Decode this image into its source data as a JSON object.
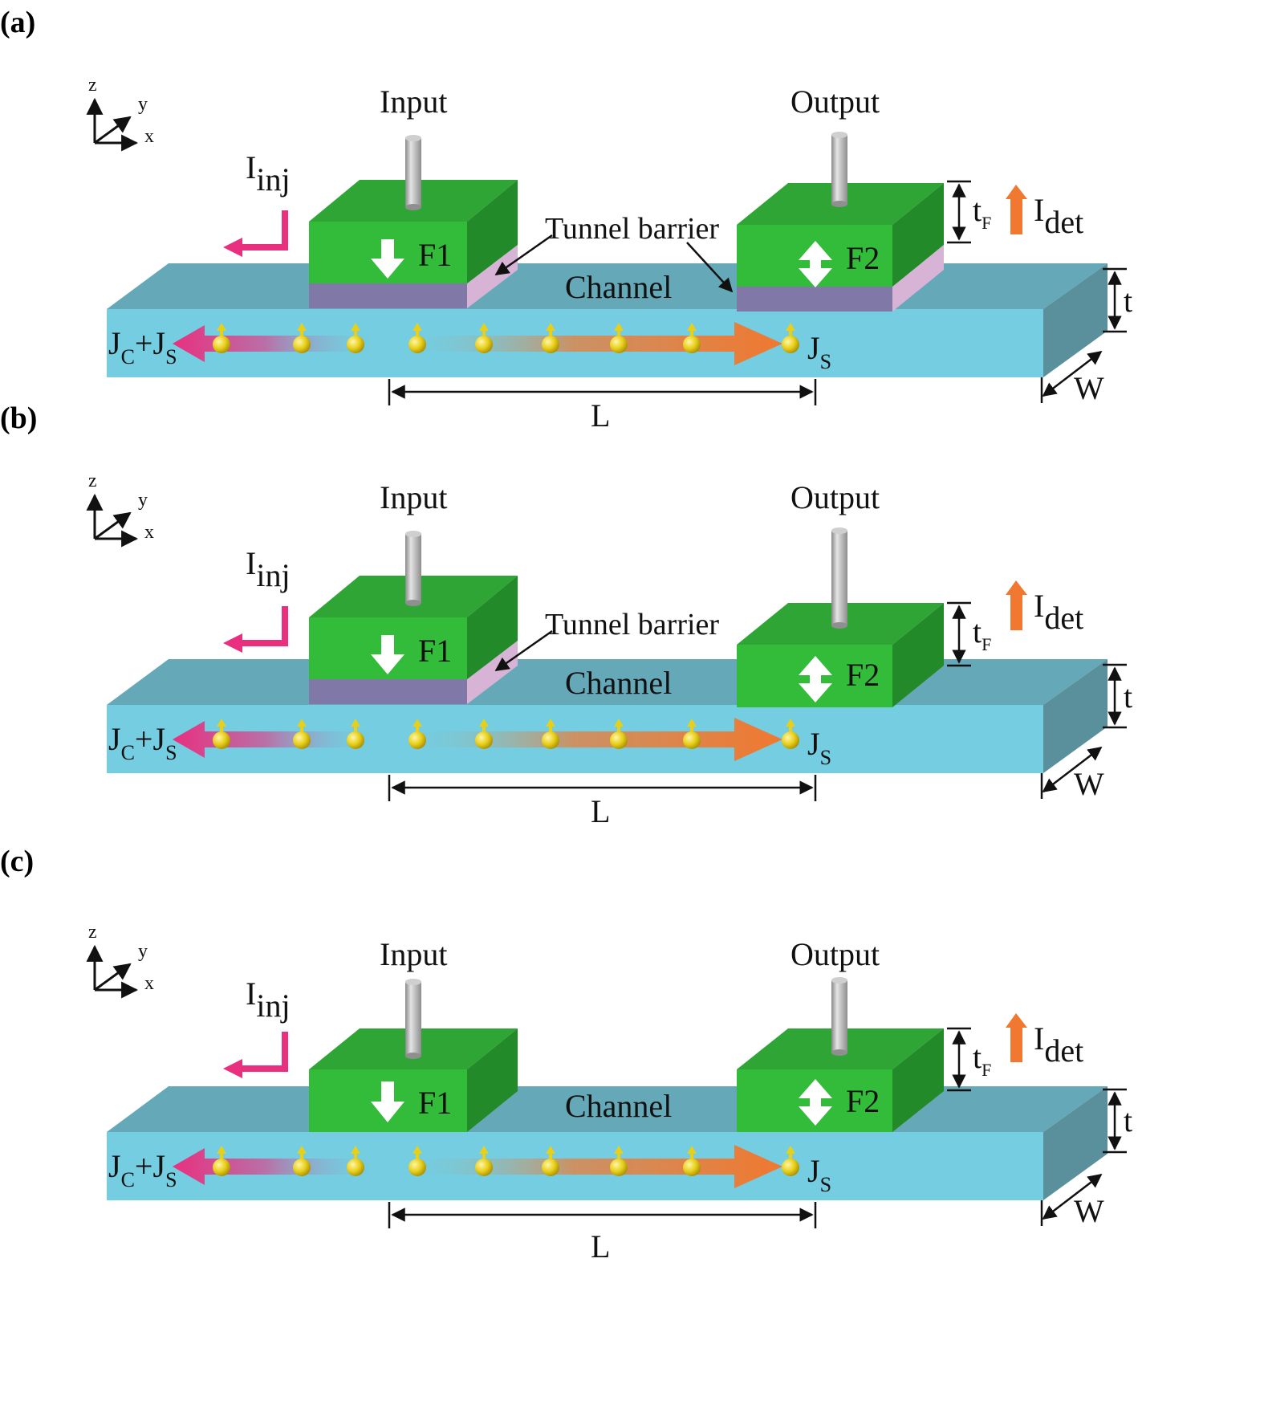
{
  "colors": {
    "channel_front": "#74cde0",
    "channel_top": "#65a8b8",
    "channel_side": "#5a8f9c",
    "ferro_front": "#33bb3a",
    "ferro_top": "#2ea535",
    "ferro_side": "#238a2a",
    "barrier_front": "#8079a8",
    "barrier_side": "#d7b4d6",
    "contact": "#a9a9a9",
    "spin": "#e8cf1a",
    "charge_arrow": "#e8307f",
    "spin_arrow": "#f07830",
    "det_arrow": "#f07830"
  },
  "panels": [
    {
      "label": "(a)",
      "labels": {
        "z": "z",
        "y": "y",
        "x": "x",
        "input": "Input",
        "output": "Output",
        "i_inj_main": "I",
        "i_inj_sub": "inj",
        "i_det_main": "I",
        "i_det_sub": "det",
        "f1": "F1",
        "f2": "F2",
        "tunnel_barrier": "Tunnel barrier",
        "channel": "Channel",
        "jc": "J",
        "jc_sub": "C",
        "plus": "+",
        "js1": "J",
        "js1_sub": "S",
        "js2": "J",
        "js2_sub": "S",
        "tf": "t",
        "tf_sub": "F",
        "t": "t",
        "w": "W",
        "l": "L"
      }
    },
    {
      "label": "(b)",
      "labels": {
        "z": "z",
        "y": "y",
        "x": "x",
        "input": "Input",
        "output": "Output",
        "i_inj_main": "I",
        "i_inj_sub": "inj",
        "i_det_main": "I",
        "i_det_sub": "det",
        "f1": "F1",
        "f2": "F2",
        "tunnel_barrier": "Tunnel barrier",
        "channel": "Channel",
        "jc": "J",
        "jc_sub": "C",
        "plus": "+",
        "js1": "J",
        "js1_sub": "S",
        "js2": "J",
        "js2_sub": "S",
        "tf": "t",
        "tf_sub": "F",
        "t": "t",
        "w": "W",
        "l": "L"
      }
    },
    {
      "label": "(c)",
      "labels": {
        "z": "z",
        "y": "y",
        "x": "x",
        "input": "Input",
        "output": "Output",
        "i_inj_main": "I",
        "i_inj_sub": "inj",
        "i_det_main": "I",
        "i_det_sub": "det",
        "f1": "F1",
        "f2": "F2",
        "tunnel_barrier": "",
        "channel": "Channel",
        "jc": "J",
        "jc_sub": "C",
        "plus": "+",
        "js1": "J",
        "js1_sub": "S",
        "js2": "J",
        "js2_sub": "S",
        "tf": "t",
        "tf_sub": "F",
        "t": "t",
        "w": "W",
        "l": "L"
      }
    }
  ]
}
